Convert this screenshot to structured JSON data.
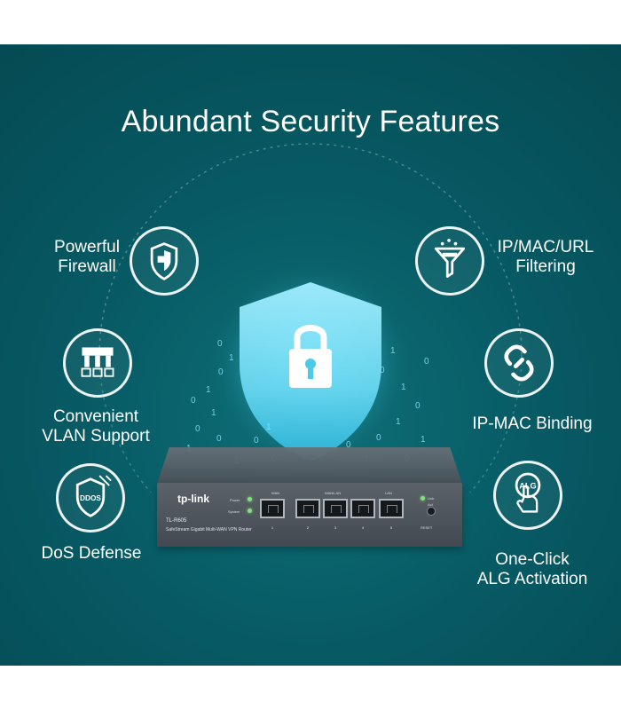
{
  "title": "Abundant Security Features",
  "features": [
    {
      "label": "Powerful\nFirewall",
      "icon": "shield-icon"
    },
    {
      "label": "IP/MAC/URL\nFiltering",
      "icon": "filter-icon"
    },
    {
      "label": "Convenient\nVLAN Support",
      "icon": "vlan-icon"
    },
    {
      "label": "IP-MAC Binding",
      "icon": "link-icon"
    },
    {
      "label": "DoS Defense",
      "icon": "ddos-icon"
    },
    {
      "label": "One-Click\nALG Activation",
      "icon": "alg-icon"
    }
  ],
  "router": {
    "brand": "tp-link",
    "model": "TL-R605",
    "description": "SafeStream Gigabit Multi-WAN VPN Router",
    "labels": {
      "power": "Power",
      "system": "System",
      "wan": "WAN",
      "wan_lan": "WAN/LAN",
      "lan": "LAN",
      "link": "Link",
      "act": "Act",
      "reset": "RESET"
    },
    "ports": [
      "1",
      "2",
      "3",
      "4",
      "5"
    ]
  },
  "colors": {
    "background": "#075a64",
    "accent": "#6ee7ff",
    "text": "#ffffff"
  }
}
